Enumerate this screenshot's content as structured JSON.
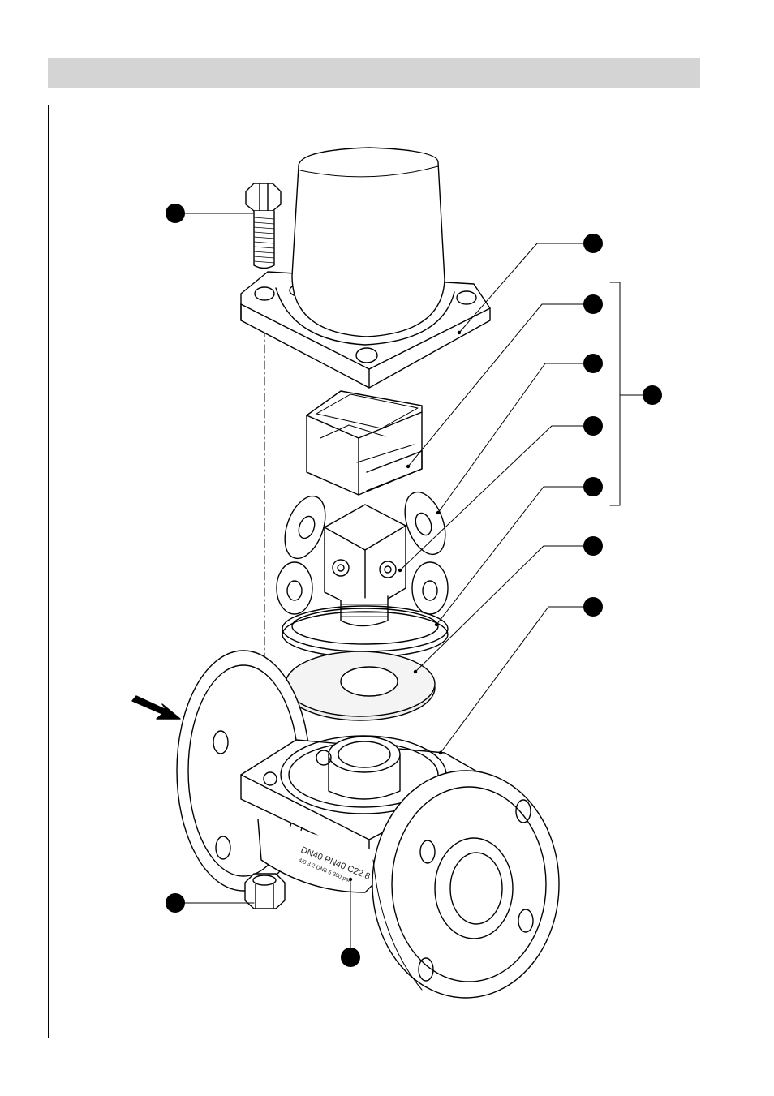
{
  "colors": {
    "header_band": "#d4d4d4",
    "line": "#000000",
    "callout": "#000000",
    "shade": "#e6e6e6"
  },
  "body_marking": {
    "line1": "DN40 PN40 C22.8",
    "line2": "4/8 3.2 DN8 6  300 psi"
  },
  "callouts": [
    {
      "id": "bolt"
    },
    {
      "id": "cover"
    },
    {
      "id": "strainer-insert"
    },
    {
      "id": "diaphragm-disc-1"
    },
    {
      "id": "diaphragm-disc-2"
    },
    {
      "id": "seat-gasket"
    },
    {
      "id": "filter-plate"
    },
    {
      "id": "body-gasket"
    },
    {
      "id": "group-bracket"
    },
    {
      "id": "nut"
    },
    {
      "id": "valve-body"
    }
  ],
  "flow_arrow": {
    "icon": "flow-direction-arrow"
  }
}
